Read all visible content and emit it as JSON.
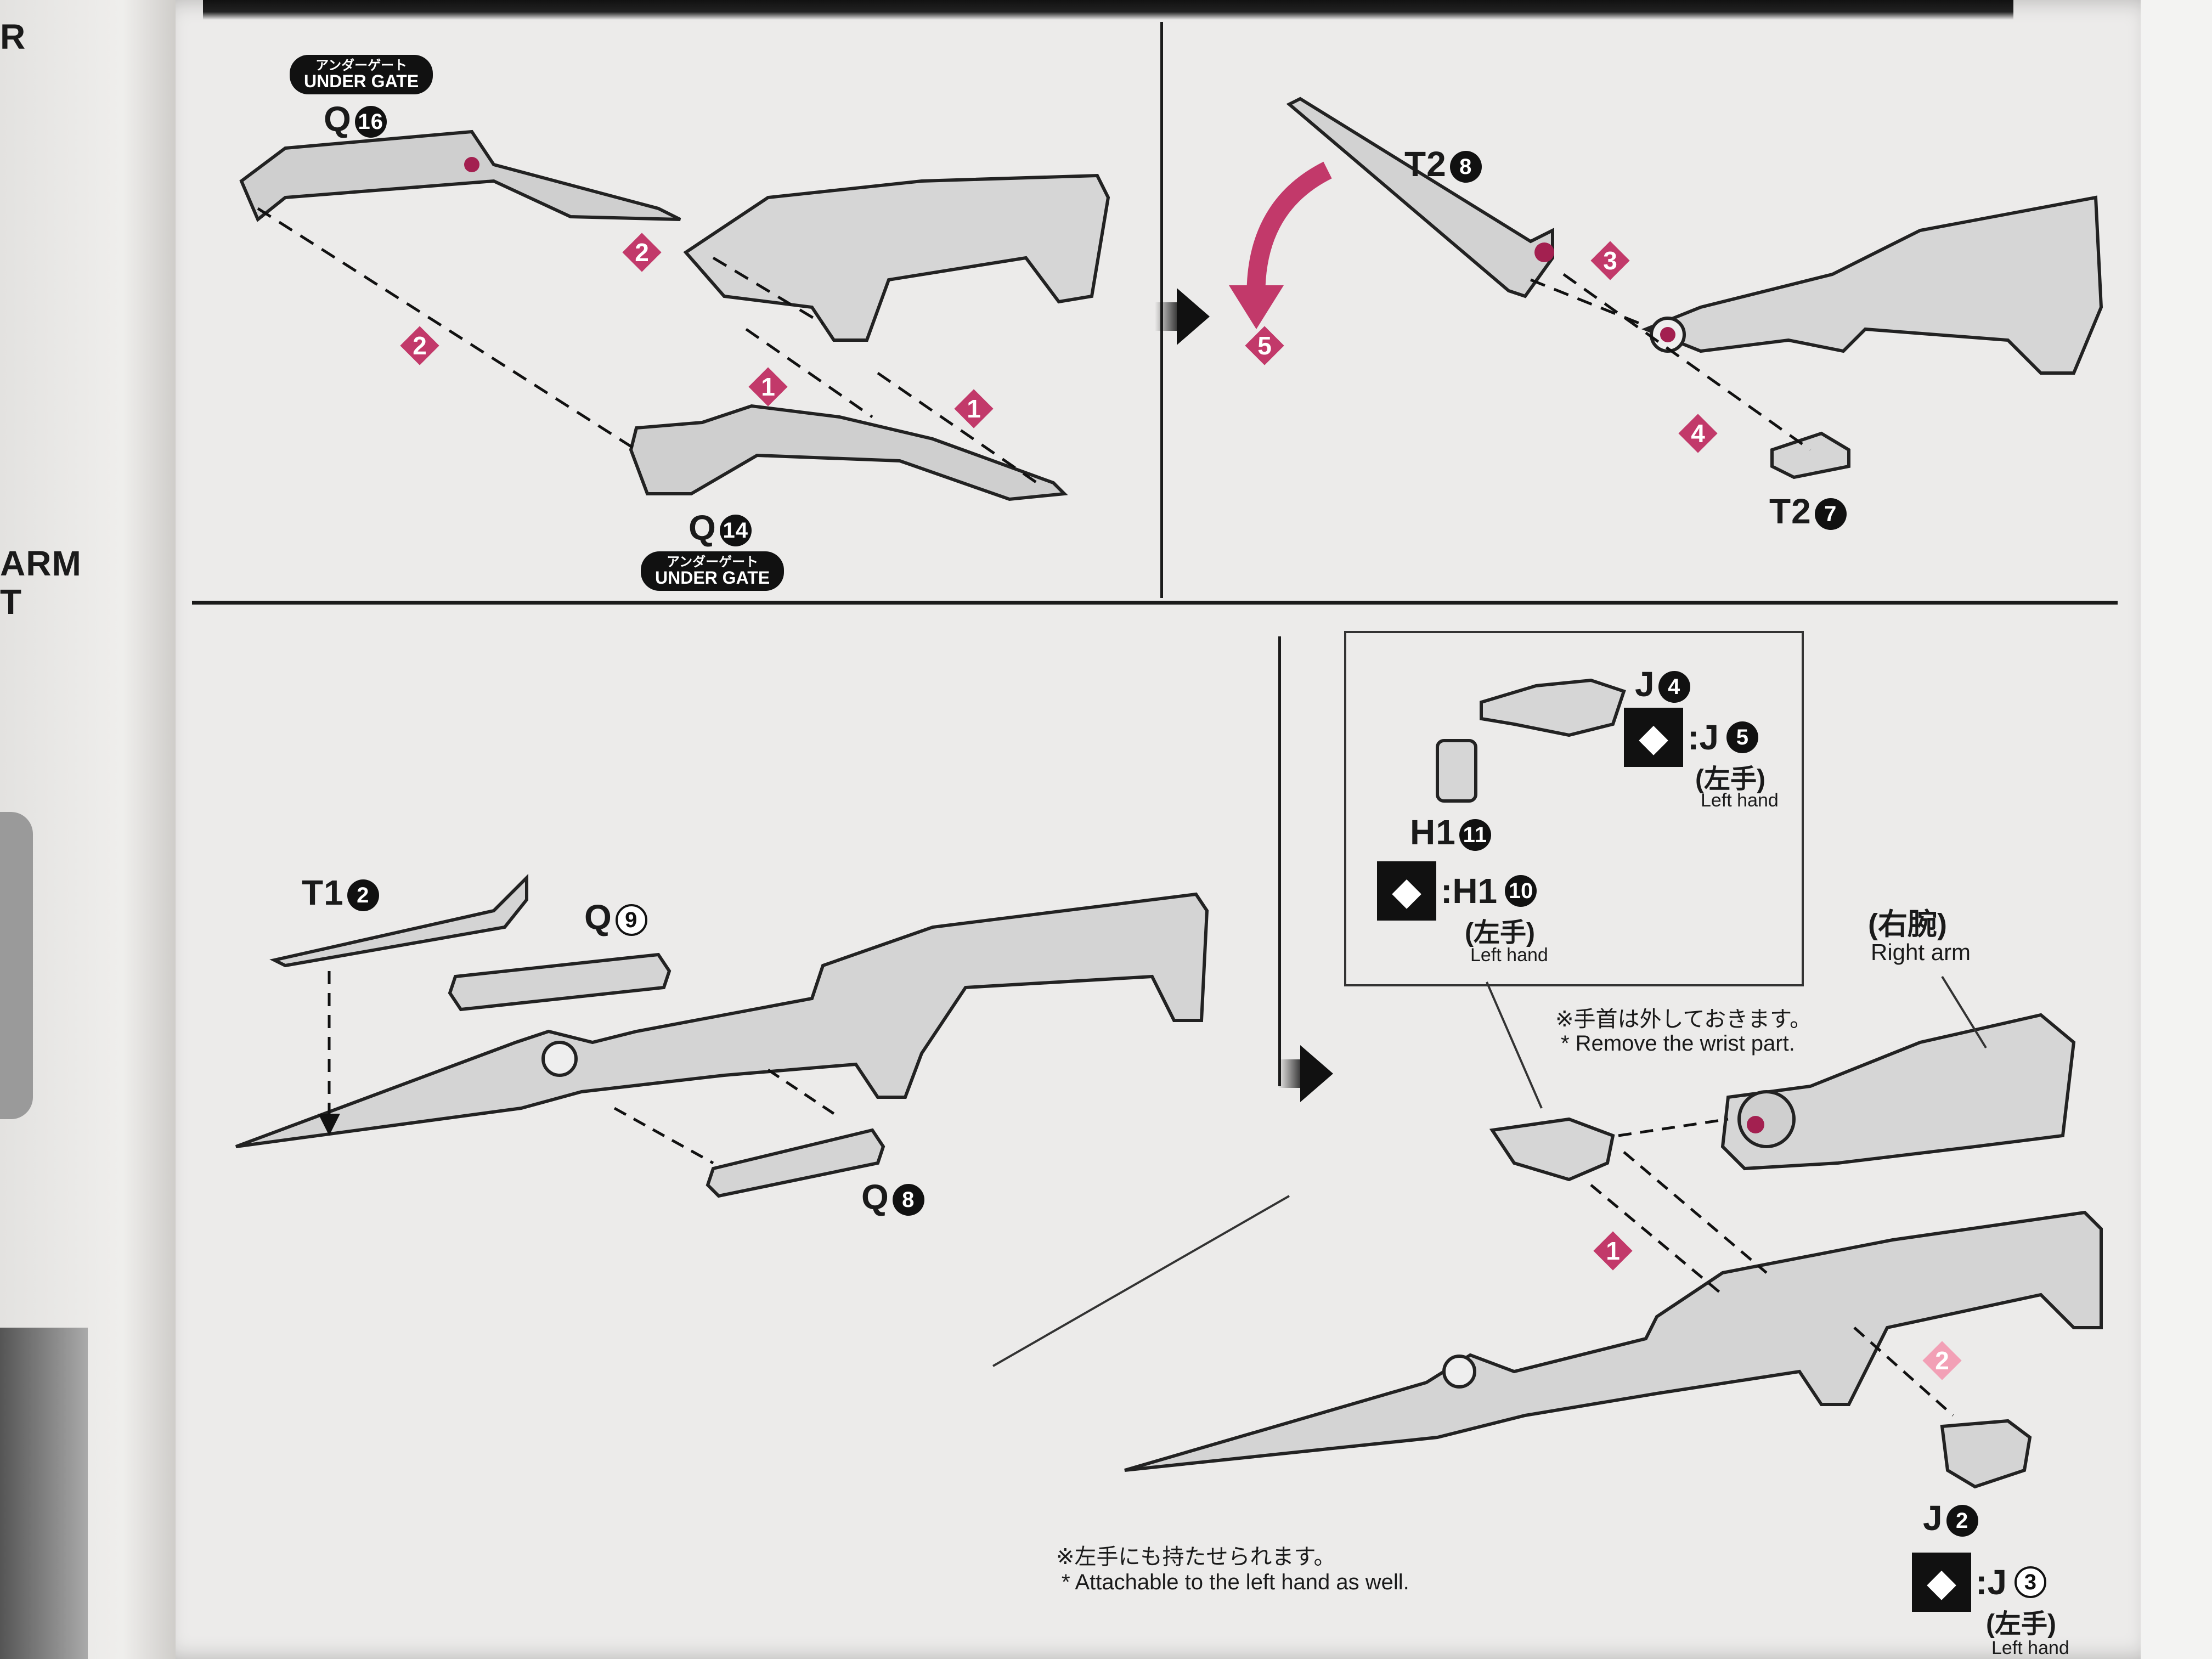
{
  "left_page": {
    "fragment_top": "R",
    "fragment_mid_1": "ARM",
    "fragment_mid_2": "T"
  },
  "panel_1": {
    "part_top": "Q",
    "part_top_num": "16",
    "gate_top": {
      "jp": "アンダーゲート",
      "en": "UNDER GATE"
    },
    "part_bottom": "Q",
    "part_bottom_num": "14",
    "gate_bottom": {
      "jp": "アンダーゲート",
      "en": "UNDER GATE"
    },
    "steps": [
      "2",
      "2",
      "1",
      "1"
    ]
  },
  "panel_2": {
    "part_top": "T2",
    "part_top_num": "8",
    "part_bottom": "T2",
    "part_bottom_num": "7",
    "steps": [
      "3",
      "4",
      "5"
    ]
  },
  "panel_3": {
    "part_a": "T1",
    "part_a_num": "2",
    "part_b": "Q",
    "part_b_num": "9",
    "part_c": "Q",
    "part_c_num": "8"
  },
  "panel_4": {
    "inset": {
      "part_j": "J",
      "part_j_num": "4",
      "swap_j": ":J",
      "swap_j_num": "5",
      "swap_j_jp": "(左手)",
      "swap_j_en": "Left hand",
      "part_h": "H1",
      "part_h_num": "11",
      "swap_h": ":H1",
      "swap_h_num": "10",
      "swap_h_jp": "(左手)",
      "swap_h_en": "Left hand"
    },
    "right_arm_jp": "(右腕)",
    "right_arm_en": "Right arm",
    "note_wrist_jp": "※手首は外しておきます。",
    "note_wrist_en": "* Remove the wrist part.",
    "steps": [
      "1",
      "2"
    ],
    "part_j2": "J",
    "part_j2_num": "2",
    "swap_j2": ":J",
    "swap_j2_num": "3",
    "swap_j2_jp": "(左手)",
    "swap_j2_en": "Left hand",
    "note_left_jp": "※左手にも持たせられます。",
    "note_left_en": "* Attachable to the left hand as well."
  },
  "colors": {
    "accent": "#c2396a",
    "accent_light": "#f2a0b6",
    "paper": "#ecebea",
    "ink": "#1a1a1a"
  }
}
